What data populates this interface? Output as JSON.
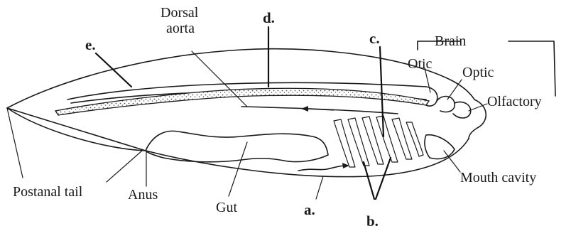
{
  "labels": {
    "brain": "Brain",
    "otic": "Otic",
    "optic": "Optic",
    "olfactory": "Olfactory",
    "dorsal_aorta_line1": "Dorsal",
    "dorsal_aorta_line2": "aorta",
    "a": "a.",
    "b": "b.",
    "c": "c.",
    "d": "d.",
    "e": "e.",
    "postanal_tail": "Postanal tail",
    "anus": "Anus",
    "gut": "Gut",
    "mouth_cavity": "Mouth cavity"
  },
  "colors": {
    "ink": "#1a1a1a",
    "stipple": "#555555",
    "background": "#ffffff"
  }
}
